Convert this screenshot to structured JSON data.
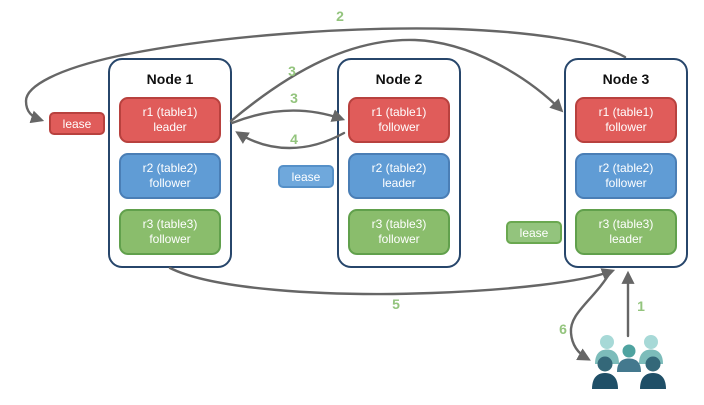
{
  "diagram": {
    "nodes": [
      {
        "title": "Node 1",
        "replicas": [
          {
            "label": "r1 (table1)",
            "role": "leader"
          },
          {
            "label": "r2 (table2)",
            "role": "follower"
          },
          {
            "label": "r3 (table3)",
            "role": "follower"
          }
        ]
      },
      {
        "title": "Node 2",
        "replicas": [
          {
            "label": "r1 (table1)",
            "role": "follower"
          },
          {
            "label": "r2 (table2)",
            "role": "leader"
          },
          {
            "label": "r3 (table3)",
            "role": "follower"
          }
        ]
      },
      {
        "title": "Node 3",
        "replicas": [
          {
            "label": "r1 (table1)",
            "role": "follower"
          },
          {
            "label": "r2 (table2)",
            "role": "follower"
          },
          {
            "label": "r3 (table3)",
            "role": "leader"
          }
        ]
      }
    ],
    "leases": {
      "r1": {
        "label": "lease"
      },
      "r2": {
        "label": "lease"
      },
      "r3": {
        "label": "lease"
      }
    },
    "steps": {
      "s1": "1",
      "s2": "2",
      "s3a": "3",
      "s3b": "3",
      "s4": "4",
      "s5": "5",
      "s6": "6"
    }
  },
  "colors": {
    "arrow": "#666666",
    "step_label": "#93C47D",
    "node_border": "#27466B",
    "red": {
      "fill": "#E05C5A",
      "stroke": "#B8413E"
    },
    "blue": {
      "fill": "#609CD5",
      "stroke": "#4A7EB5"
    },
    "green": {
      "fill": "#8ABD6C",
      "stroke": "#61A04C"
    },
    "lease_blue": {
      "fill": "#6FA8DC",
      "stroke": "#5590C8"
    },
    "lease_green": {
      "fill": "#93C47D",
      "stroke": "#6AA850"
    },
    "people": {
      "light_head": "#A7D9D7",
      "light_body": "#7CBCBA",
      "mid_head": "#4FA3A0",
      "mid_body": "#44798E",
      "dark_head": "#346879",
      "dark_body": "#1F4F67"
    }
  }
}
